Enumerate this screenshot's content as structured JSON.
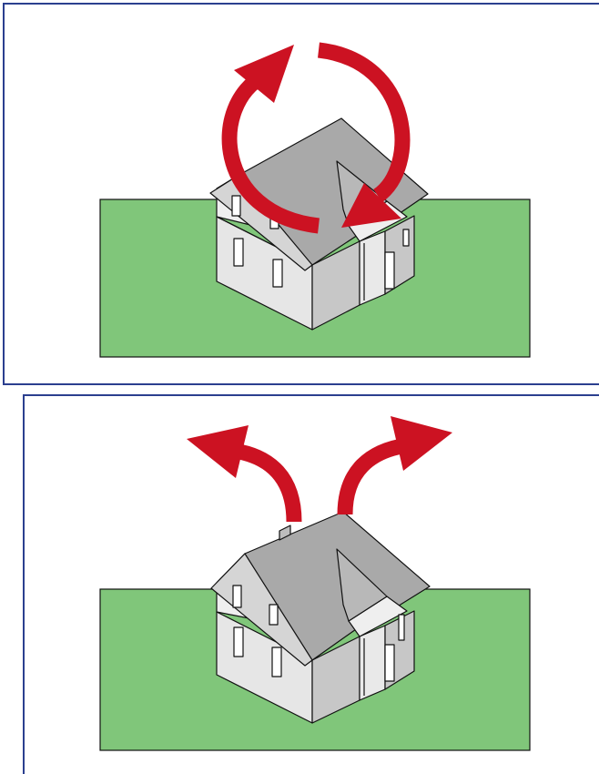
{
  "colors": {
    "frame": "#2b3f8f",
    "ground": "#80c67a",
    "arrow": "#cc1222",
    "roof": "#a9a9a9",
    "wall_front": "#f2f2f2",
    "wall_side": "#c8c8c8",
    "outline": "#111111"
  },
  "panels": [
    {
      "id": "top",
      "arrows": "circular-rotation",
      "chimney": false
    },
    {
      "id": "bottom",
      "arrows": "two-outward-upward",
      "chimney": true
    }
  ]
}
